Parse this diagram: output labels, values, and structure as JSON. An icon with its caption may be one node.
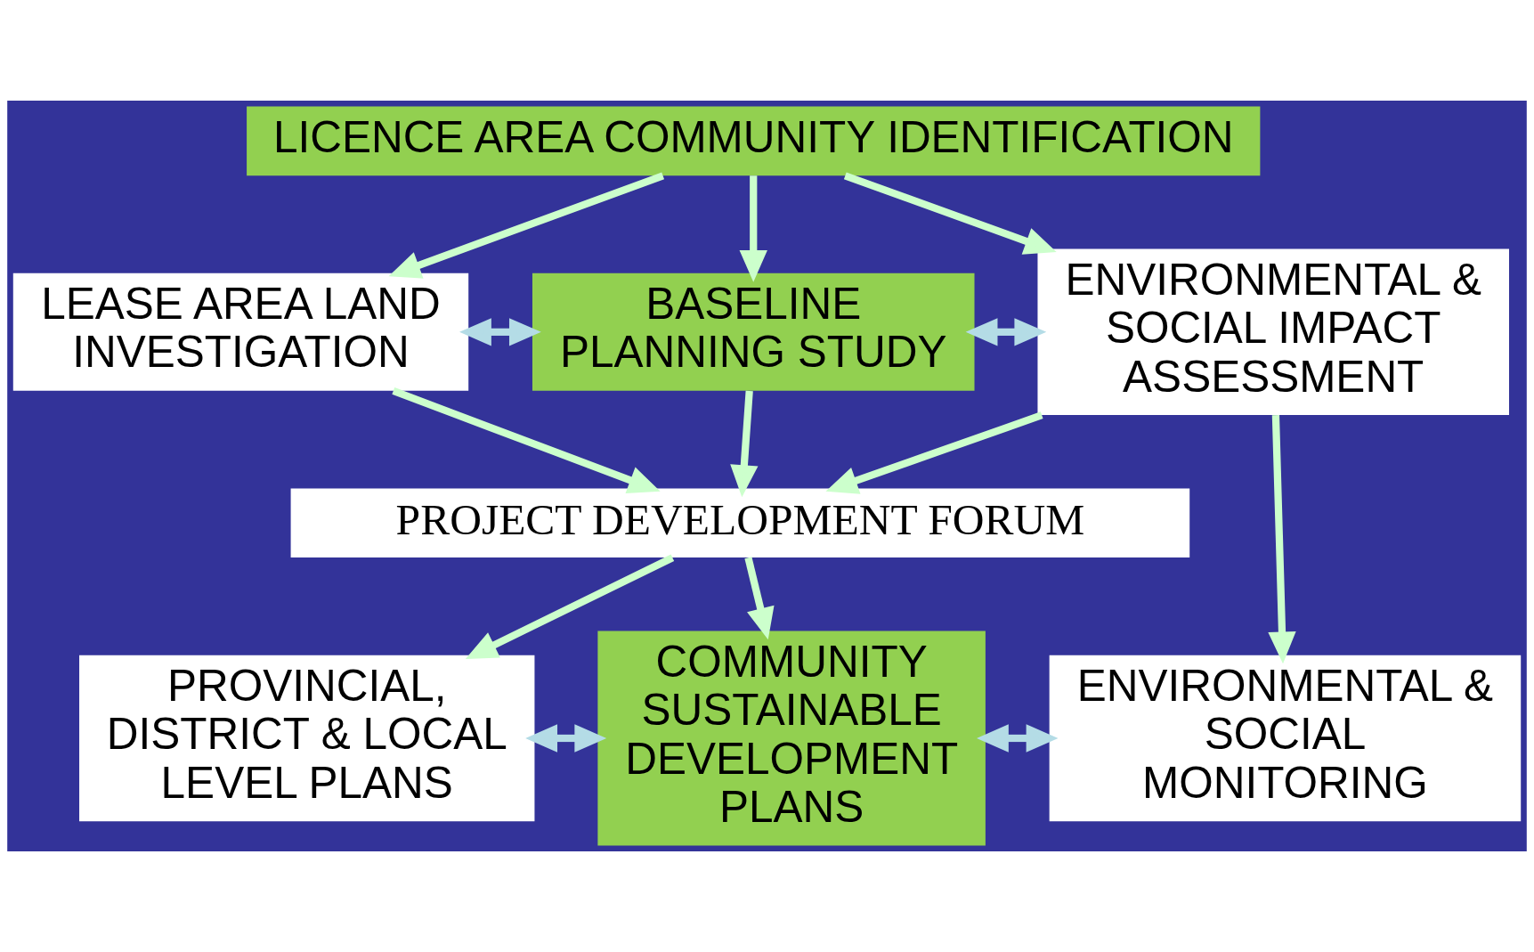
{
  "diagram": {
    "nodes": [
      {
        "text": [
          "LICENCE AREA COMMUNITY IDENTIFICATION"
        ]
      },
      {
        "text": [
          "LEASE AREA LAND INVESTIGATION"
        ]
      },
      {
        "text": [
          "BASELINE PLANNING STUDY"
        ]
      },
      {
        "text": [
          "ENVIRONMENTAL & SOCIAL IMPACT ASSESSMENT"
        ]
      },
      {
        "text": [
          "PROJECT DEVELOPMENT FORUM"
        ]
      },
      {
        "text": [
          "PROVINCIAL, DISTRICT & LOCAL LEVEL PLANS"
        ]
      },
      {
        "text": [
          "COMMUNITY SUSTAINABLE DEVELOPMENT PLANS"
        ]
      },
      {
        "text": [
          "ENVIRONMENTAL & SOCIAL MONITORING"
        ]
      }
    ],
    "edges": [
      {
        "from": 0,
        "to": 1,
        "arrow": "to"
      },
      {
        "from": 0,
        "to": 2,
        "arrow": "to"
      },
      {
        "from": 0,
        "to": 3,
        "arrow": "to"
      },
      {
        "from": 1,
        "to": 2,
        "arrow": "both",
        "color": "#b4dce6"
      },
      {
        "from": 2,
        "to": 3,
        "arrow": "both",
        "color": "#b4dce6"
      },
      {
        "from": 1,
        "to": 4,
        "arrow": "to"
      },
      {
        "from": 2,
        "to": 4,
        "arrow": "to"
      },
      {
        "from": 3,
        "to": 4,
        "arrow": "to"
      },
      {
        "from": 3,
        "to": 7,
        "arrow": "to"
      },
      {
        "from": 4,
        "to": 5,
        "arrow": "to"
      },
      {
        "from": 4,
        "to": 6,
        "arrow": "to"
      },
      {
        "from": 5,
        "to": 6,
        "arrow": "both",
        "color": "#b4dce6"
      },
      {
        "from": 6,
        "to": 7,
        "arrow": "both",
        "color": "#b4dce6"
      }
    ]
  }
}
